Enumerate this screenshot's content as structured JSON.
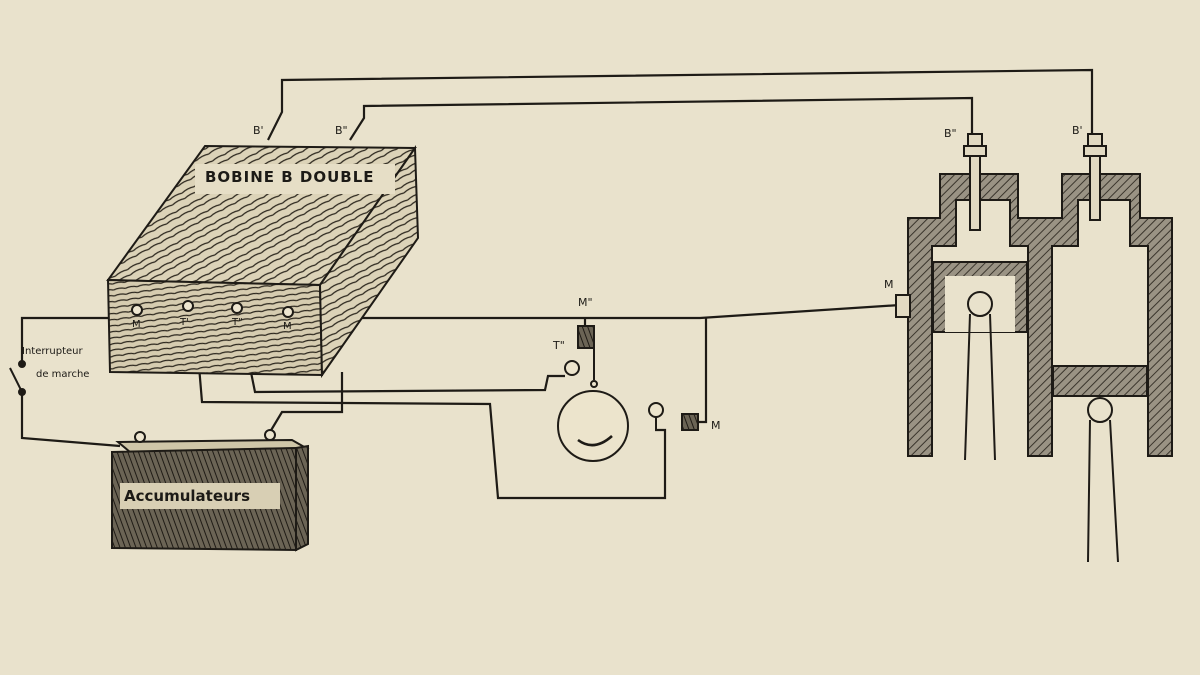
{
  "diagram": {
    "labels": {
      "bobine": "BOBINE B DOUBLE",
      "accumulateurs": "Accumulateurs",
      "interrupteur_line1": "Interrupteur",
      "interrupteur_line2": "de marche",
      "b_prime_coil": "B'",
      "b_double_prime_coil": "B\"",
      "b_double_prime_cyl": "B\"",
      "b_prime_cyl": "B'",
      "m_engine": "M",
      "m_double_prime": "M\"",
      "t_double_prime": "T\"",
      "m_contact": "M",
      "term_m": "M",
      "term_t1": "T'",
      "term_t2": "T\"",
      "term_m2": "M"
    }
  }
}
